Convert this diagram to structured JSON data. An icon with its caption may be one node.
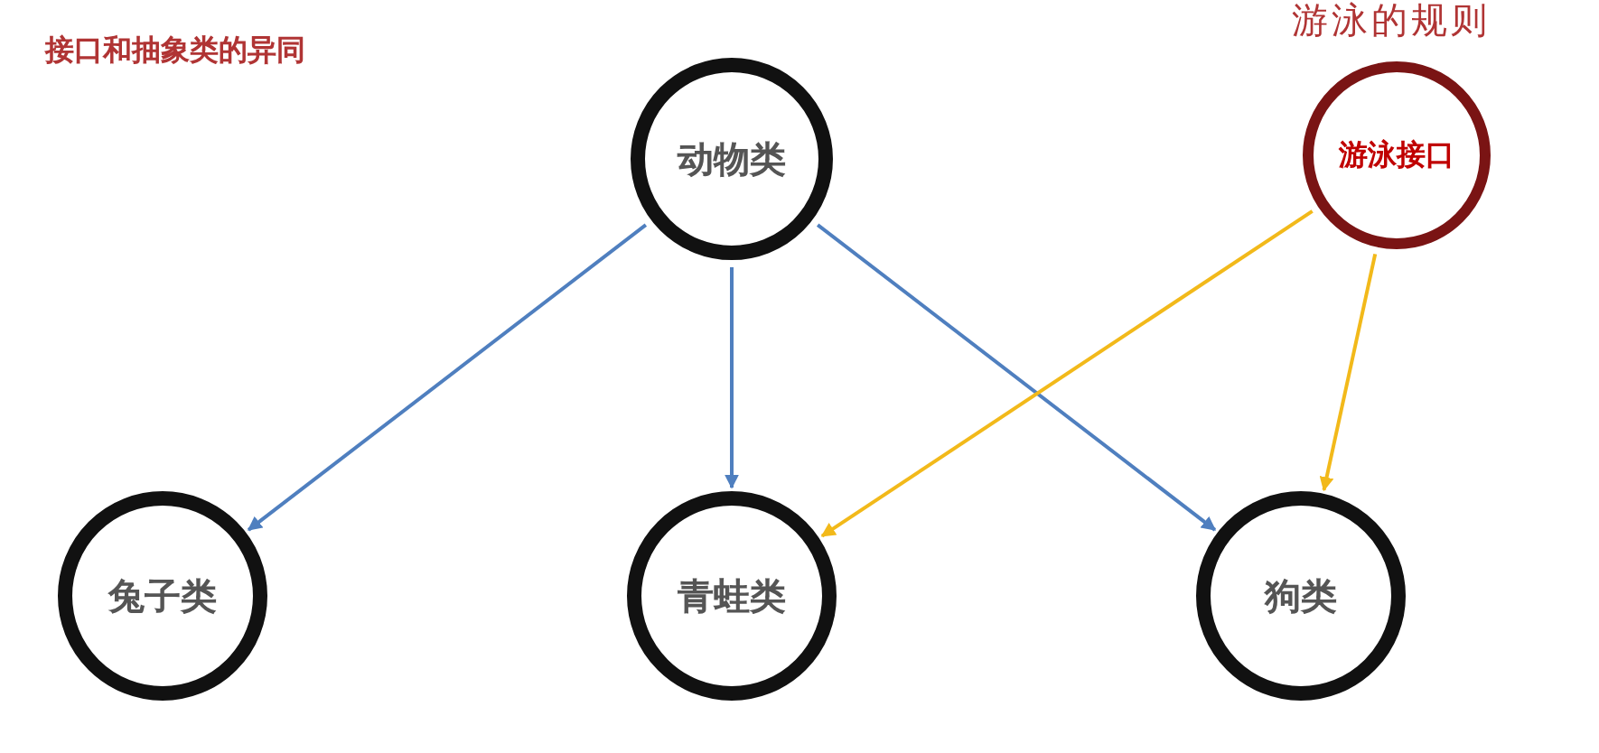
{
  "diagram": {
    "title": "接口和抽象类的异同",
    "nodes": [
      {
        "text": [
          "动物类"
        ]
      },
      {
        "text": [
          "游泳接口"
        ],
        "beside": [
          "游泳的规则"
        ]
      },
      {
        "text": [
          "兔子类"
        ]
      },
      {
        "text": [
          "青蛙类"
        ]
      },
      {
        "text": [
          "狗类"
        ]
      }
    ],
    "edges": [
      {
        "from": 0,
        "to": 2,
        "arrow": "to"
      },
      {
        "from": 0,
        "to": 3,
        "arrow": "to"
      },
      {
        "from": 0,
        "to": 4,
        "arrow": "to"
      },
      {
        "from": 1,
        "to": 3,
        "arrow": "to",
        "color": "#f2b91a"
      },
      {
        "from": 1,
        "to": 4,
        "arrow": "to",
        "color": "#f2b91a"
      }
    ]
  }
}
